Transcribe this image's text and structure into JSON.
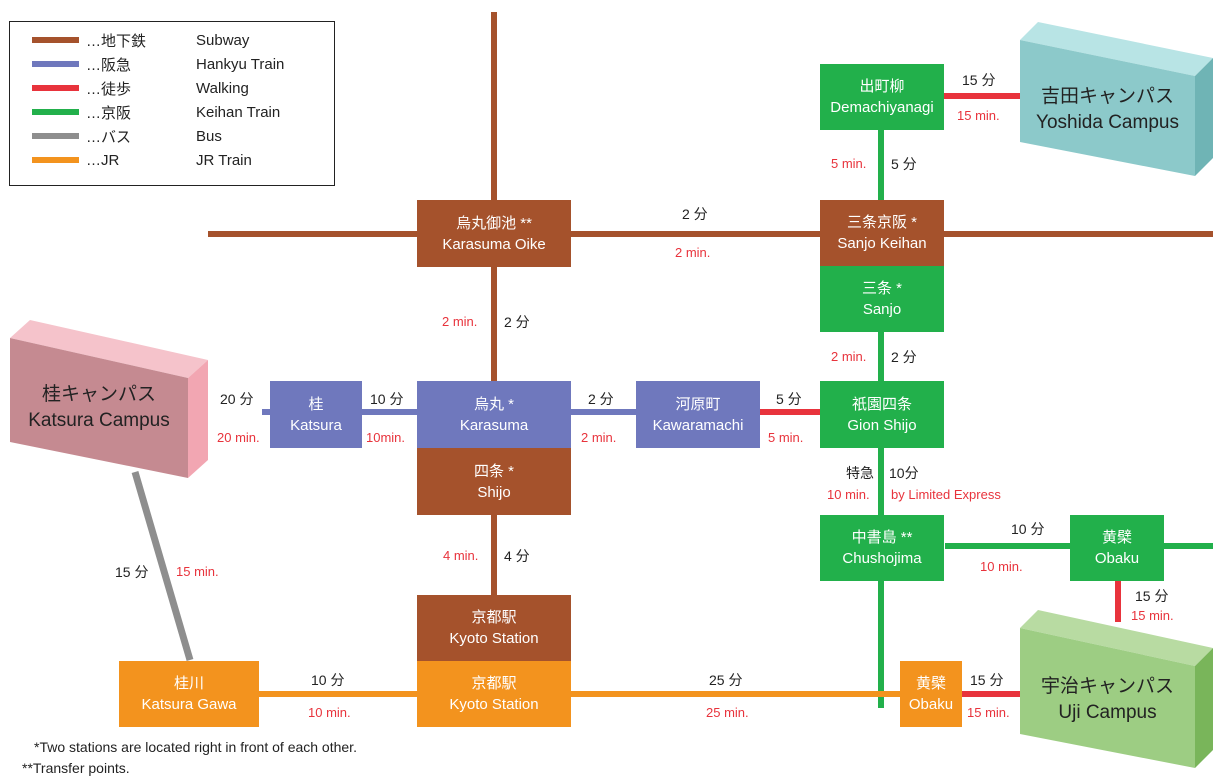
{
  "colors": {
    "subway": "#a5522c",
    "hankyu": "#6f78bd",
    "walking": "#e8333c",
    "keihan": "#22b04b",
    "bus": "#8e8e8e",
    "jr": "#f3931e"
  },
  "legend": [
    {
      "jp": "…地下鉄",
      "en": "Subway",
      "color": "#a5522c"
    },
    {
      "jp": "…阪急",
      "en": "Hankyu Train",
      "color": "#6f78bd"
    },
    {
      "jp": "…徒歩",
      "en": "Walking",
      "color": "#e8333c"
    },
    {
      "jp": "…京阪",
      "en": "Keihan Train",
      "color": "#22b04b"
    },
    {
      "jp": "…バス",
      "en": "Bus",
      "color": "#8e8e8e"
    },
    {
      "jp": "…JR",
      "en": "JR Train",
      "color": "#f3931e"
    }
  ],
  "stations": {
    "karasuma_oike": {
      "jp": "烏丸御池 **",
      "en": "Karasuma Oike"
    },
    "sanjo_keihan": {
      "jp": "三条京阪 *",
      "en": "Sanjo Keihan"
    },
    "sanjo": {
      "jp": "三条 *",
      "en": "Sanjo"
    },
    "demachiyanagi": {
      "jp": "出町柳",
      "en": "Demachiyanagi"
    },
    "katsura": {
      "jp": "桂",
      "en": "Katsura"
    },
    "karasuma": {
      "jp": "烏丸 *",
      "en": "Karasuma"
    },
    "shijo": {
      "jp": "四条 *",
      "en": "Shijo"
    },
    "kawaramachi": {
      "jp": "河原町",
      "en": "Kawaramachi"
    },
    "gion_shijo": {
      "jp": "祇園四条",
      "en": "Gion Shijo"
    },
    "chushojima": {
      "jp": "中書島 **",
      "en": "Chushojima"
    },
    "obaku_keihan": {
      "jp": "黄檗",
      "en": "Obaku"
    },
    "kyoto_subway": {
      "jp": "京都駅",
      "en": "Kyoto Station"
    },
    "kyoto_jr": {
      "jp": "京都駅",
      "en": "Kyoto Station"
    },
    "katsura_gawa": {
      "jp": "桂川",
      "en": "Katsura Gawa"
    },
    "obaku_jr": {
      "jp": "黄檗",
      "en": "Obaku"
    }
  },
  "campuses": {
    "yoshida": {
      "jp": "吉田キャンパス",
      "en": "Yoshida Campus"
    },
    "katsura": {
      "jp": "桂キャンパス",
      "en": "Katsura Campus"
    },
    "uji": {
      "jp": "宇治キャンパス",
      "en": "Uji Campus"
    }
  },
  "times": {
    "demachi_yoshida": {
      "jp": "15 分",
      "en": "15 min."
    },
    "sanjo_demachi": {
      "jp": "5 分",
      "en": "5 min."
    },
    "oike_sanjokeihan": {
      "jp": "2 分",
      "en": "2 min."
    },
    "oike_karasuma": {
      "jp": "2 分",
      "en": "2 min."
    },
    "sanjo_gion": {
      "jp": "2 分",
      "en": "2 min."
    },
    "campus_katsura": {
      "jp": "20 分",
      "en": "20 min."
    },
    "katsura_karasuma": {
      "jp": "10 分",
      "en": "10min."
    },
    "karasuma_kawaramachi": {
      "jp": "2 分",
      "en": "2 min."
    },
    "kawaramachi_gion": {
      "jp": "5 分",
      "en": "5 min."
    },
    "gion_chushojima": {
      "jp_prefix": "特急",
      "jp": "10分",
      "en": "10 min.",
      "en_suffix": "by Limited Express"
    },
    "shijo_kyoto": {
      "jp": "4 分",
      "en": "4 min."
    },
    "campus_katsuragawa": {
      "jp": "15 分",
      "en": "15 min."
    },
    "chushojima_obaku": {
      "jp": "10 分",
      "en": "10 min."
    },
    "obaku_uji": {
      "jp": "15 分",
      "en": "15 min."
    },
    "katsuragawa_kyoto": {
      "jp": "10 分",
      "en": "10 min."
    },
    "kyoto_obaku": {
      "jp": "25 分",
      "en": "25 min."
    },
    "obakujr_uji": {
      "jp": "15 分",
      "en": "15 min."
    }
  },
  "notes": [
    "*Two stations are located right in front of each other.",
    "**Transfer points."
  ]
}
